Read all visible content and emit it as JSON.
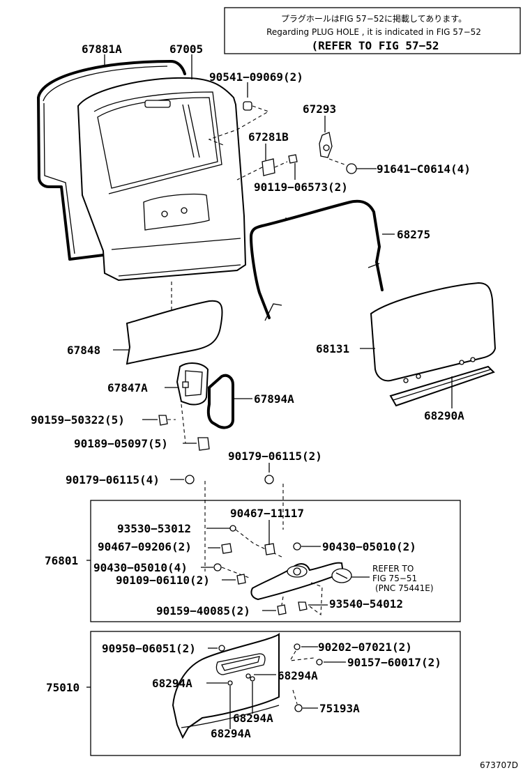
{
  "note": {
    "line1": "プラグホールはFIG 57−52に掲載してあります。",
    "line2": "Regarding PLUG HOLE , it is indicated in FIG 57−52",
    "line3": "(REFER TO FIG 57−52"
  },
  "labels": {
    "p67881A": "67881A",
    "p67005": "67005",
    "p90541": "90541−09069(2)",
    "p67293": "67293",
    "p67281B": "67281B",
    "p91641": "91641−C0614(4)",
    "p90119": "90119−06573(2)",
    "p68275": "68275",
    "p67848": "67848",
    "p68131": "68131",
    "p67847A": "67847A",
    "p67894A": "67894A",
    "p68290A": "68290A",
    "p90159a": "90159−50322(5)",
    "p90189": "90189−05097(5)",
    "p90179b": "90179−06115(2)",
    "p90179a": "90179−06115(4)",
    "p90467a": "90467−11117",
    "p93530": "93530−53012",
    "p90467b": "90467−09206(2)",
    "p90430b": "90430−05010(2)",
    "p76801": "76801",
    "p90430a": "90430−05010(4)",
    "p90109": "90109−06110(2)",
    "refer1": "REFER TO",
    "refer2": "FIG 75−51",
    "refer3": "(PNC 75441E)",
    "p90159b": "90159−40085(2)",
    "p93540": "93540−54012",
    "p90950": "90950−06051(2)",
    "p90202": "90202−07021(2)",
    "p90157": "90157−60017(2)",
    "p75010": "75010",
    "p68294a": "68294A",
    "p68294b": "68294A",
    "p75193A": "75193A",
    "p68294c": "68294A",
    "p68294d": "68294A",
    "diagram_id": "673707D"
  }
}
